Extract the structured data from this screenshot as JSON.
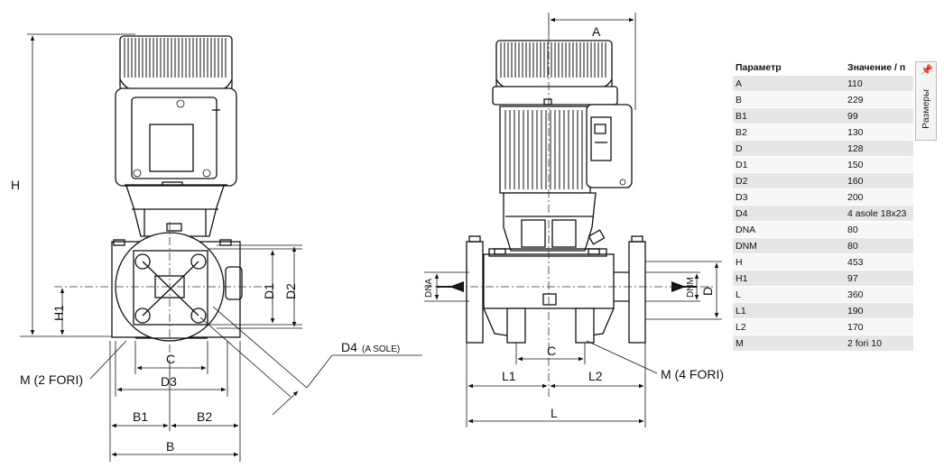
{
  "drawing_labels": {
    "H": "H",
    "H1": "H1",
    "D1": "D1",
    "D2": "D2",
    "C": "C",
    "D3": "D3",
    "B1": "B1",
    "B2": "B2",
    "B": "B",
    "M_left": "M (2 FORI)",
    "D4": "D4",
    "D4_note": "(A SOLE)",
    "A": "A",
    "DNA": "DNA",
    "DNM": "DNM",
    "D": "D",
    "C_right": "C",
    "L1": "L1",
    "L2": "L2",
    "L": "L",
    "M_right": "M (4 FORI)"
  },
  "table": {
    "headers": [
      "Параметр",
      "Значение / п"
    ],
    "rows": [
      [
        "A",
        "110"
      ],
      [
        "B",
        "229"
      ],
      [
        "B1",
        "99"
      ],
      [
        "B2",
        "130"
      ],
      [
        "D",
        "128"
      ],
      [
        "D1",
        "150"
      ],
      [
        "D2",
        "160"
      ],
      [
        "D3",
        "200"
      ],
      [
        "D4",
        "4 asole 18x23"
      ],
      [
        "DNA",
        "80"
      ],
      [
        "DNM",
        "80"
      ],
      [
        "H",
        "453"
      ],
      [
        "H1",
        "97"
      ],
      [
        "L",
        "360"
      ],
      [
        "L1",
        "190"
      ],
      [
        "L2",
        "170"
      ],
      [
        "M",
        "2 fori 10"
      ]
    ]
  },
  "side_tab": {
    "label": "Размеры",
    "icon": "pin-icon"
  }
}
